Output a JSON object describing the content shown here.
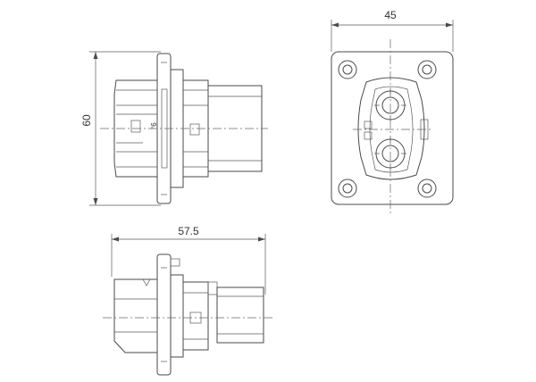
{
  "dimensions": {
    "width": "45",
    "height": "60",
    "length": "57.5"
  },
  "markings": {
    "pin_label": "°6"
  },
  "colors": {
    "line": "#4a4a4a",
    "background": "#ffffff"
  }
}
